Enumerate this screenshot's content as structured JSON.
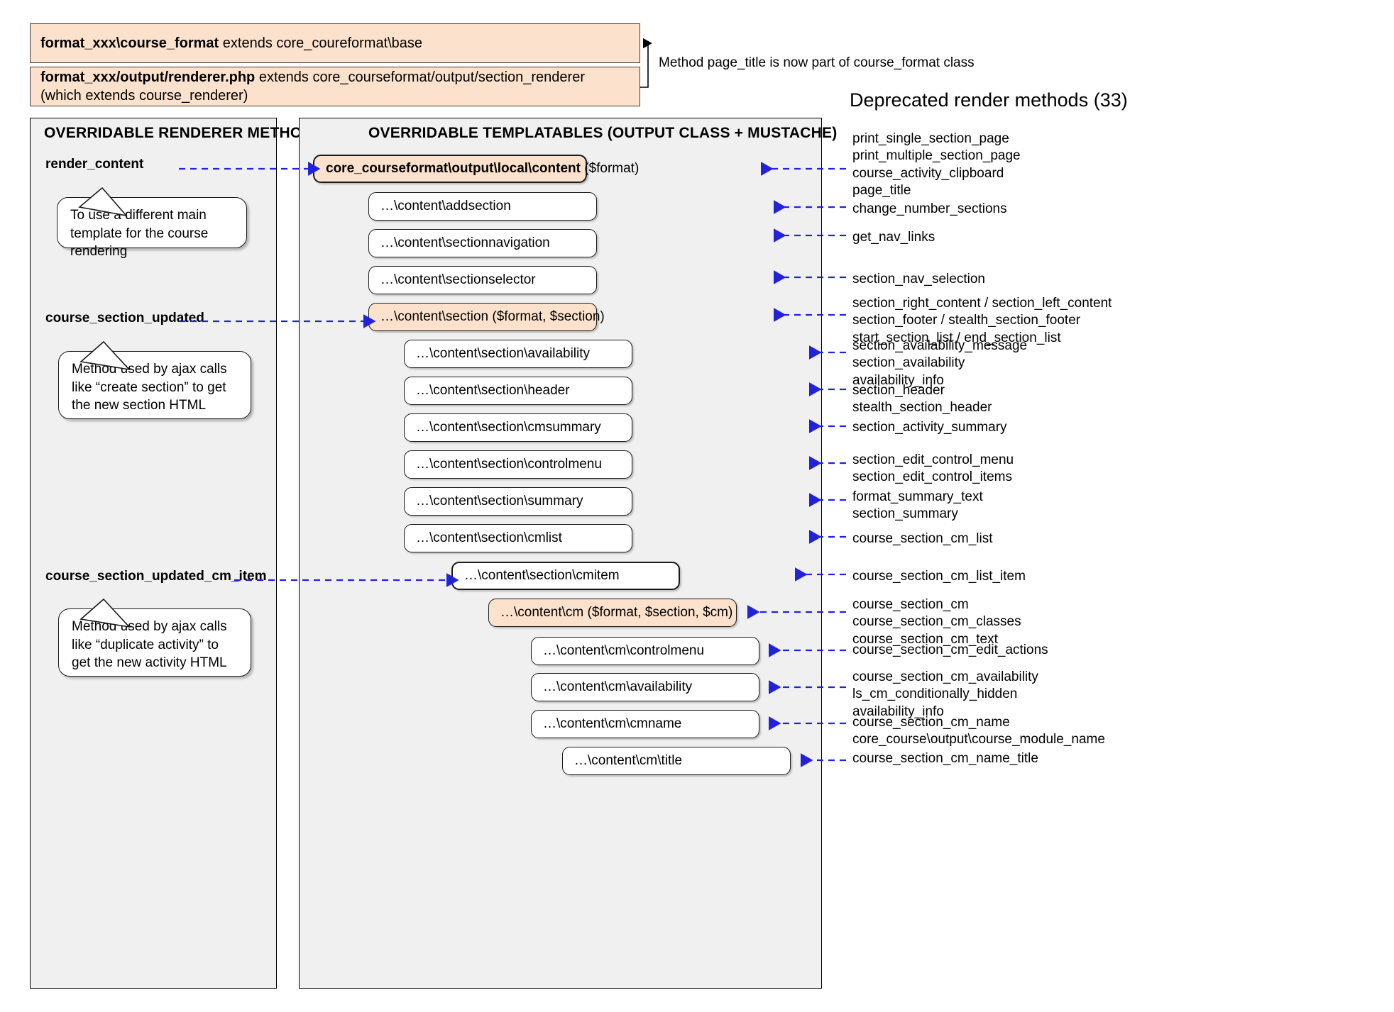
{
  "header": {
    "box1": {
      "bold": "format_xxx\\course_format",
      "rest": " extends core_coureformat\\base"
    },
    "box2": {
      "bold": "format_xxx/output/renderer.php",
      "rest": " extends core_courseformat/output/section_renderer (which extends course_renderer)"
    },
    "note": "Method page_title is now part of course_format class",
    "deprecated_title": "Deprecated render methods (33)"
  },
  "panels": {
    "left_title": "OVERRIDABLE RENDERER METHODS",
    "right_title": "OVERRIDABLE TEMPLATABLES (OUTPUT CLASS + MUSTACHE)"
  },
  "renderer_methods": [
    {
      "name": "render_content",
      "callout": "To use a different main template for the course rendering"
    },
    {
      "name": "course_section_updated",
      "callout": "Method used by ajax calls like “create section” to get the new section HTML"
    },
    {
      "name": "course_section_updated_cm_item",
      "callout": "Method used by ajax calls like “duplicate activity” to get the new activity HTML"
    }
  ],
  "templatables": [
    {
      "id": "content",
      "bold": "core_courseformat\\output\\local\\content",
      "rest": " ($format)",
      "peach": true,
      "strong": true
    },
    {
      "id": "addsection",
      "bold": "",
      "rest": "…\\content\\addsection",
      "peach": false,
      "strong": false
    },
    {
      "id": "sectionnavigation",
      "bold": "",
      "rest": "…\\content\\sectionnavigation",
      "peach": false,
      "strong": false
    },
    {
      "id": "sectionselector",
      "bold": "",
      "rest": "…\\content\\sectionselector",
      "peach": false,
      "strong": false
    },
    {
      "id": "section",
      "bold": "",
      "rest": "…\\content\\section ($format, $section)",
      "peach": true,
      "strong": false
    },
    {
      "id": "section-availability",
      "bold": "",
      "rest": "…\\content\\section\\availability",
      "peach": false,
      "strong": false
    },
    {
      "id": "section-header",
      "bold": "",
      "rest": "…\\content\\section\\header",
      "peach": false,
      "strong": false
    },
    {
      "id": "section-cmsummary",
      "bold": "",
      "rest": "…\\content\\section\\cmsummary",
      "peach": false,
      "strong": false
    },
    {
      "id": "section-controlmenu",
      "bold": "",
      "rest": "…\\content\\section\\controlmenu",
      "peach": false,
      "strong": false
    },
    {
      "id": "section-summary",
      "bold": "",
      "rest": "…\\content\\section\\summary",
      "peach": false,
      "strong": false
    },
    {
      "id": "section-cmlist",
      "bold": "",
      "rest": "…\\content\\section\\cmlist",
      "peach": false,
      "strong": false
    },
    {
      "id": "section-cmitem",
      "bold": "",
      "rest": "…\\content\\section\\cmitem",
      "peach": false,
      "strong": true
    },
    {
      "id": "cm",
      "bold": "",
      "rest": "…\\content\\cm ($format, $section, $cm)",
      "peach": true,
      "strong": false
    },
    {
      "id": "cm-controlmenu",
      "bold": "",
      "rest": "…\\content\\cm\\controlmenu",
      "peach": false,
      "strong": false
    },
    {
      "id": "cm-availability",
      "bold": "",
      "rest": "…\\content\\cm\\availability",
      "peach": false,
      "strong": false
    },
    {
      "id": "cm-cmname",
      "bold": "",
      "rest": "…\\content\\cm\\cmname",
      "peach": false,
      "strong": false
    },
    {
      "id": "cm-title",
      "bold": "",
      "rest": "…\\content\\cm\\title",
      "peach": false,
      "strong": false
    }
  ],
  "deprecated_groups": [
    {
      "id": "g-content",
      "lines": [
        "print_single_section_page",
        "print_multiple_section_page",
        "course_activity_clipboard",
        "page_title"
      ]
    },
    {
      "id": "g-addsection",
      "lines": [
        "change_number_sections"
      ]
    },
    {
      "id": "g-sectionnav",
      "lines": [
        "get_nav_links"
      ]
    },
    {
      "id": "g-sectionselect",
      "lines": [
        "section_nav_selection"
      ]
    },
    {
      "id": "g-section",
      "lines": [
        "section_right_content / section_left_content",
        "section_footer / stealth_section_footer",
        "start_section_list / end_section_list"
      ]
    },
    {
      "id": "g-availability",
      "lines": [
        "section_availability_message",
        "section_availability",
        "availability_info"
      ]
    },
    {
      "id": "g-header",
      "lines": [
        "section_header",
        "stealth_section_header"
      ]
    },
    {
      "id": "g-cmsummary",
      "lines": [
        "section_activity_summary"
      ]
    },
    {
      "id": "g-controlmenu",
      "lines": [
        "section_edit_control_menu",
        "section_edit_control_items"
      ]
    },
    {
      "id": "g-summary",
      "lines": [
        "format_summary_text",
        "section_summary"
      ]
    },
    {
      "id": "g-cmlist",
      "lines": [
        "course_section_cm_list"
      ]
    },
    {
      "id": "g-cmitem",
      "lines": [
        "course_section_cm_list_item"
      ]
    },
    {
      "id": "g-cm",
      "lines": [
        "course_section_cm",
        "course_section_cm_classes",
        "course_section_cm_text"
      ]
    },
    {
      "id": "g-cmcontrol",
      "lines": [
        "course_section_cm_edit_actions"
      ]
    },
    {
      "id": "g-cmavail",
      "lines": [
        "course_section_cm_availability",
        "ls_cm_conditionally_hidden",
        "availability_info"
      ]
    },
    {
      "id": "g-cmname",
      "lines": [
        "course_section_cm_name",
        "core_course\\output\\course_module_name"
      ]
    },
    {
      "id": "g-cmtitle",
      "lines": [
        "course_section_cm_name_title"
      ]
    }
  ],
  "colors": {
    "accent_peach": "#fce2cc",
    "panel_bg": "#f0f0f0",
    "arrow_blue": "#2222dd",
    "outline": "#1a1a1a"
  }
}
